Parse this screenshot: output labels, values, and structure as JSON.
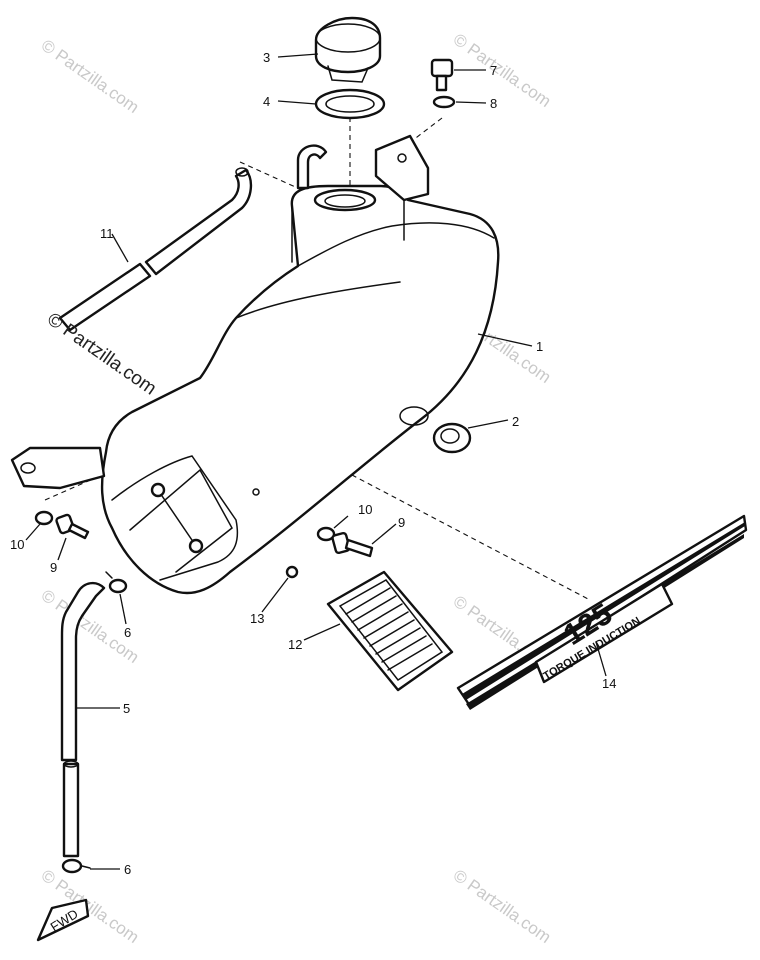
{
  "watermark": {
    "text": "© Partzilla.com"
  },
  "callouts": [
    {
      "id": "1",
      "label": "1"
    },
    {
      "id": "2",
      "label": "2"
    },
    {
      "id": "3",
      "label": "3"
    },
    {
      "id": "4",
      "label": "4"
    },
    {
      "id": "5",
      "label": "5"
    },
    {
      "id": "6a",
      "label": "6"
    },
    {
      "id": "6b",
      "label": "6"
    },
    {
      "id": "7",
      "label": "7"
    },
    {
      "id": "8",
      "label": "8"
    },
    {
      "id": "9a",
      "label": "9"
    },
    {
      "id": "9b",
      "label": "9"
    },
    {
      "id": "10a",
      "label": "10"
    },
    {
      "id": "10b",
      "label": "10"
    },
    {
      "id": "11",
      "label": "11"
    },
    {
      "id": "12",
      "label": "12"
    },
    {
      "id": "13",
      "label": "13"
    },
    {
      "id": "14",
      "label": "14"
    }
  ],
  "decal": {
    "number": "125",
    "text": "TORQUE INDUCTION"
  },
  "fwd_arrow": {
    "label": "FWD"
  }
}
